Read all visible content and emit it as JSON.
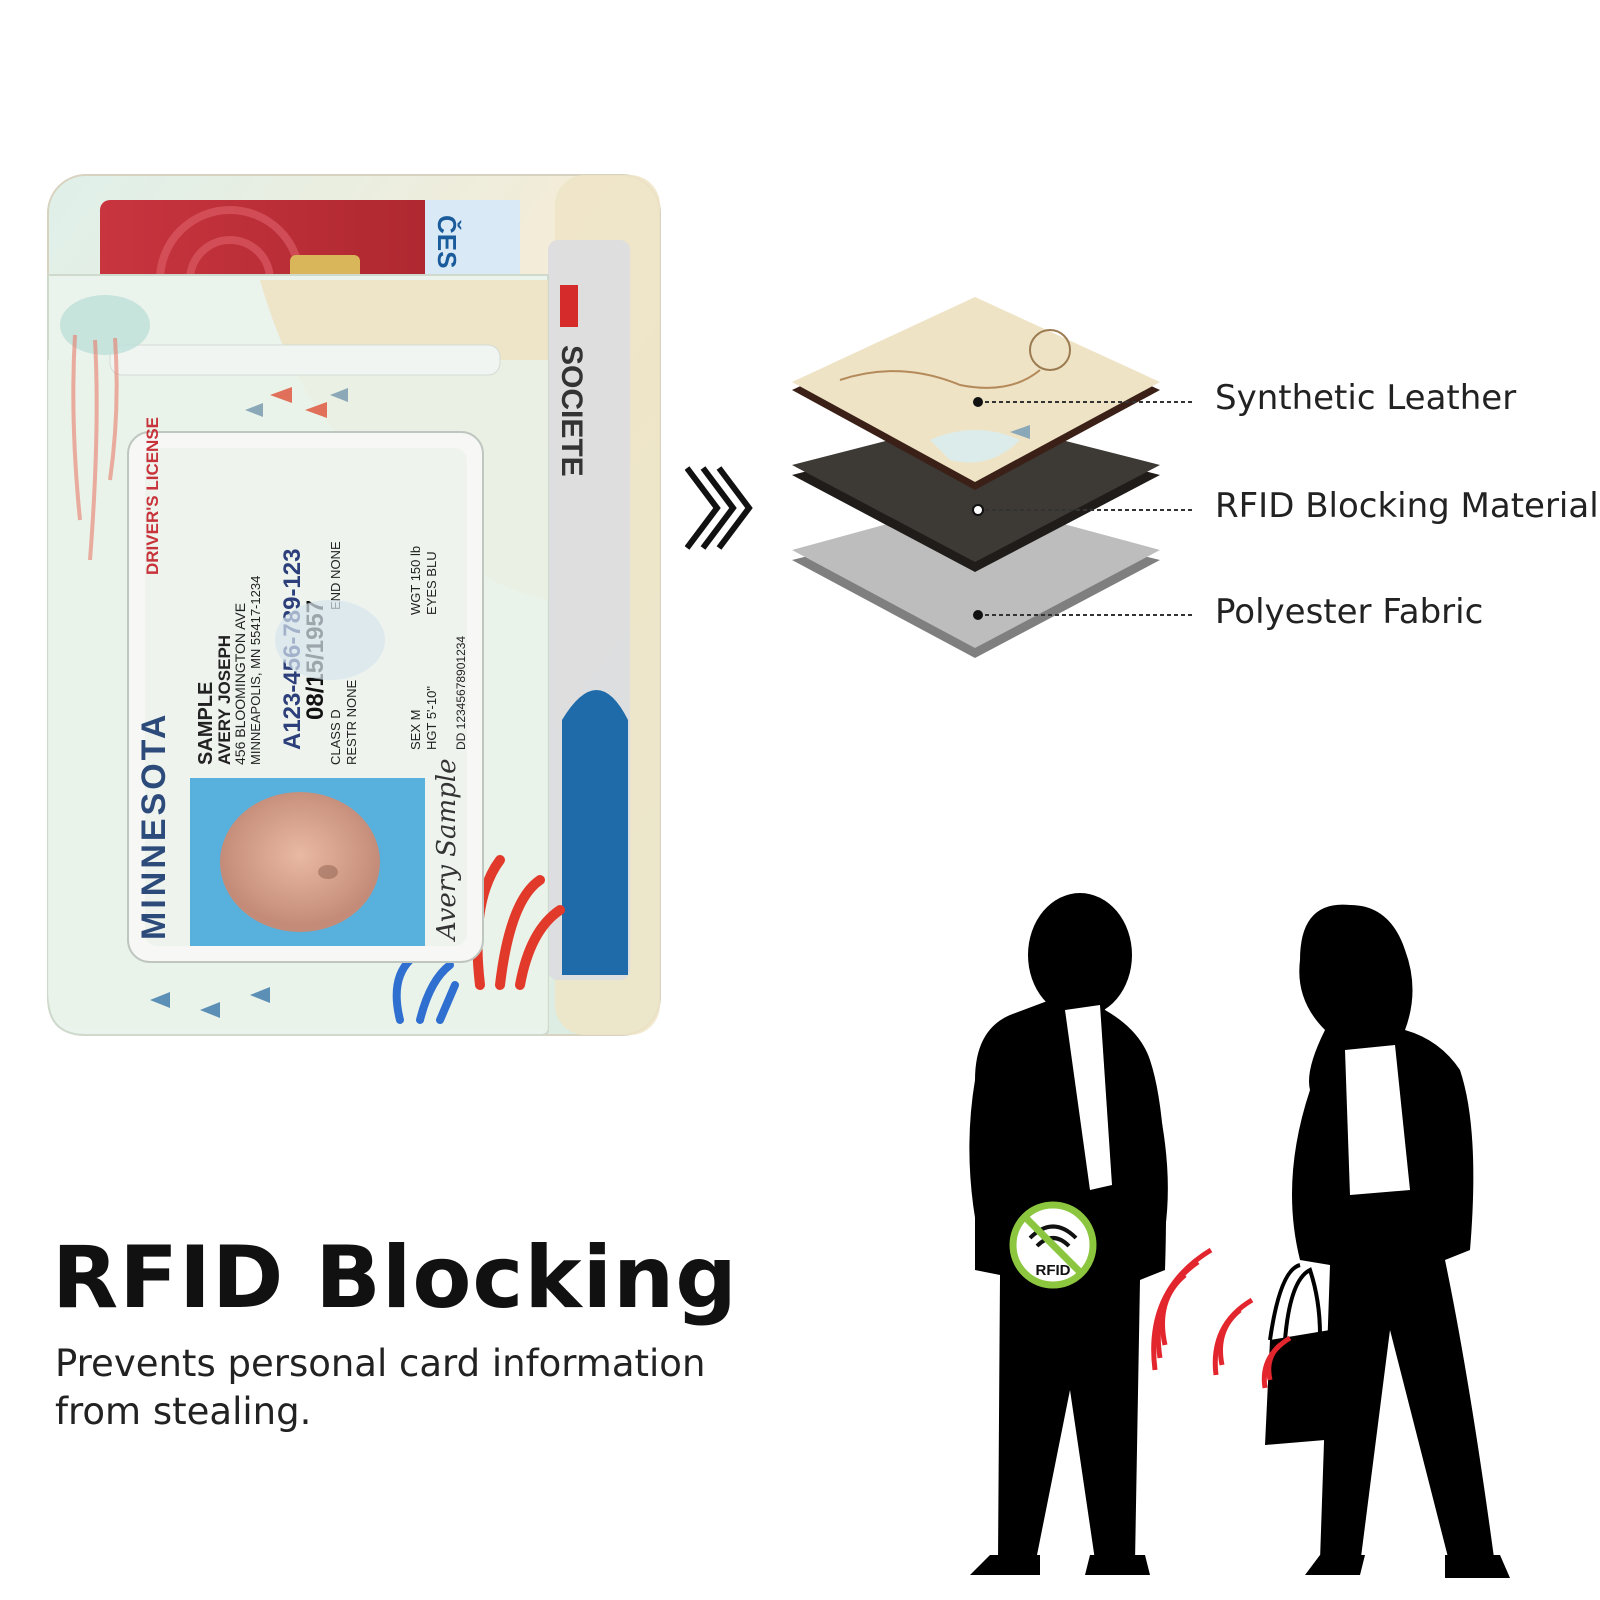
{
  "wallet": {
    "id_card": {
      "state": "MINNESOTA",
      "type": "DRIVER'S LICENSE",
      "name_last": "SAMPLE",
      "name_first": "AVERY JOSEPH",
      "address1": "456 BLOOMINGTON AVE",
      "address2": "MINNEAPOLIS, MN 55417-1234",
      "dl_number": "A123-456-789-123",
      "dob": "08/15/1957",
      "class": "CLASS D",
      "restr": "RESTR NONE",
      "end": "END NONE",
      "sex": "SEX M",
      "height": "HGT 5'-10\"",
      "weight": "WGT 150 lb",
      "eyes": "EYES BLU",
      "dd": "DD 12345678901234",
      "signature": "Avery Sample"
    },
    "back_card_text": "SOCIETE",
    "top_card_text": "ČES SPO"
  },
  "layers": [
    {
      "label": "Synthetic Leather",
      "color": "#efe3c6"
    },
    {
      "label": "RFID Blocking Material",
      "color": "#3d3935"
    },
    {
      "label": "Polyester Fabric",
      "color": "#bfbfbf"
    }
  ],
  "badge": {
    "text": "RFID",
    "color": "#8cc63f"
  },
  "signal_color": "#e3262d",
  "headline": "RFID Blocking",
  "subline": "Prevents personal card information from stealing."
}
